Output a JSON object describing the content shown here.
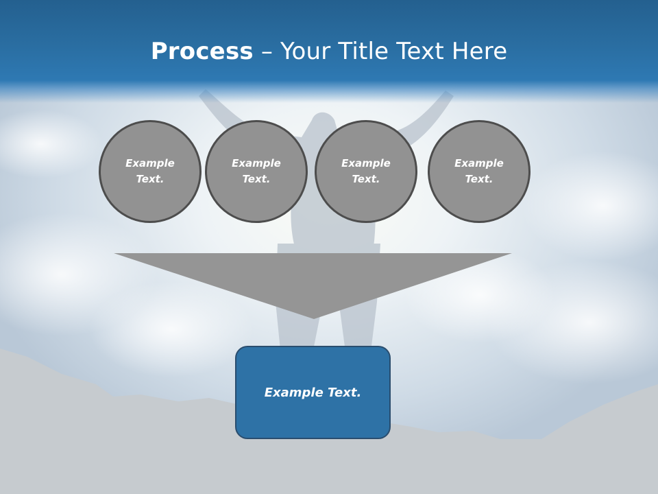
{
  "title": {
    "bold": "Process",
    "rest": " – Your Title Text Here"
  },
  "circles": [
    {
      "text": "Example\nText."
    },
    {
      "text": "Example\nText."
    },
    {
      "text": "Example\nText."
    },
    {
      "text": "Example\nText."
    }
  ],
  "result_box": {
    "text": "Example Text."
  },
  "colors": {
    "title_band": "#2a6ea2",
    "circle_fill": "#929292",
    "circle_border": "#4d4d4d",
    "funnel": "#959595",
    "result_box": "#2e72a6",
    "text": "#ffffff"
  }
}
